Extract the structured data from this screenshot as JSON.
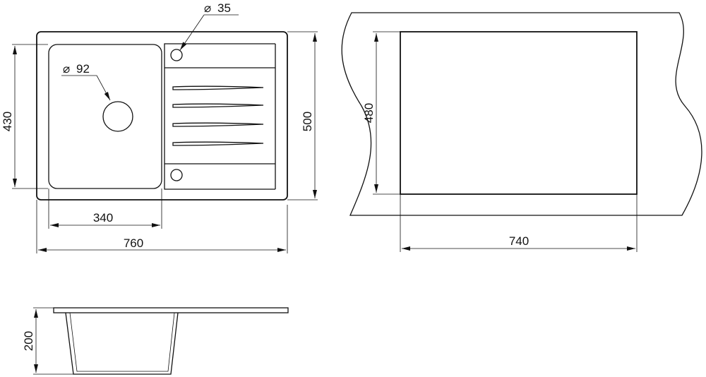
{
  "drawing": {
    "top_view": {
      "overall_width": "760",
      "overall_depth": "500",
      "bowl_width": "340",
      "bowl_depth": "430",
      "drain_diameter": "92",
      "tap_hole_diameter": "35",
      "diameter_symbol": "⌀"
    },
    "cutout_view": {
      "cutout_width": "740",
      "cutout_depth": "480"
    },
    "side_view": {
      "bowl_height": "200"
    }
  }
}
